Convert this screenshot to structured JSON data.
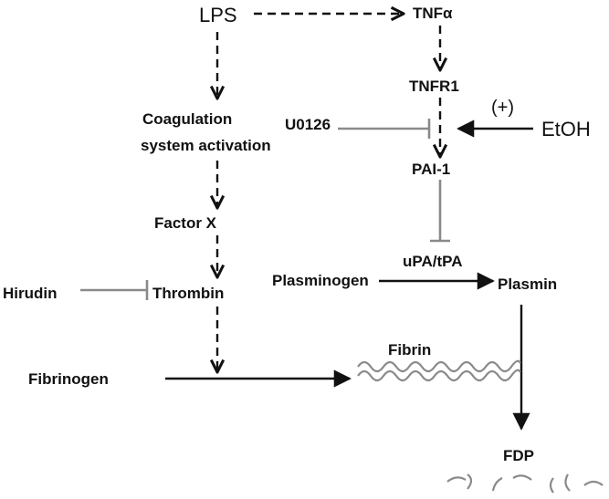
{
  "nodes": {
    "lps": "LPS",
    "tnfa": "TNFα",
    "tnfr1": "TNFR1",
    "u0126": "U0126",
    "plus": "(+)",
    "etoh": "EtOH",
    "coag_line1": "Coagulation",
    "coag_line2": "system activation",
    "pai1": "PAI-1",
    "factor_x": "Factor X",
    "upa_tpa": "uPA/tPA",
    "hirudin": "Hirudin",
    "thrombin": "Thrombin",
    "plasminogen": "Plasminogen",
    "plasmin": "Plasmin",
    "fibrin": "Fibrin",
    "fibrinogen": "Fibrinogen",
    "fdp": "FDP"
  },
  "colors": {
    "arrow": "#111111",
    "inhibitor": "#8a8a8a"
  }
}
